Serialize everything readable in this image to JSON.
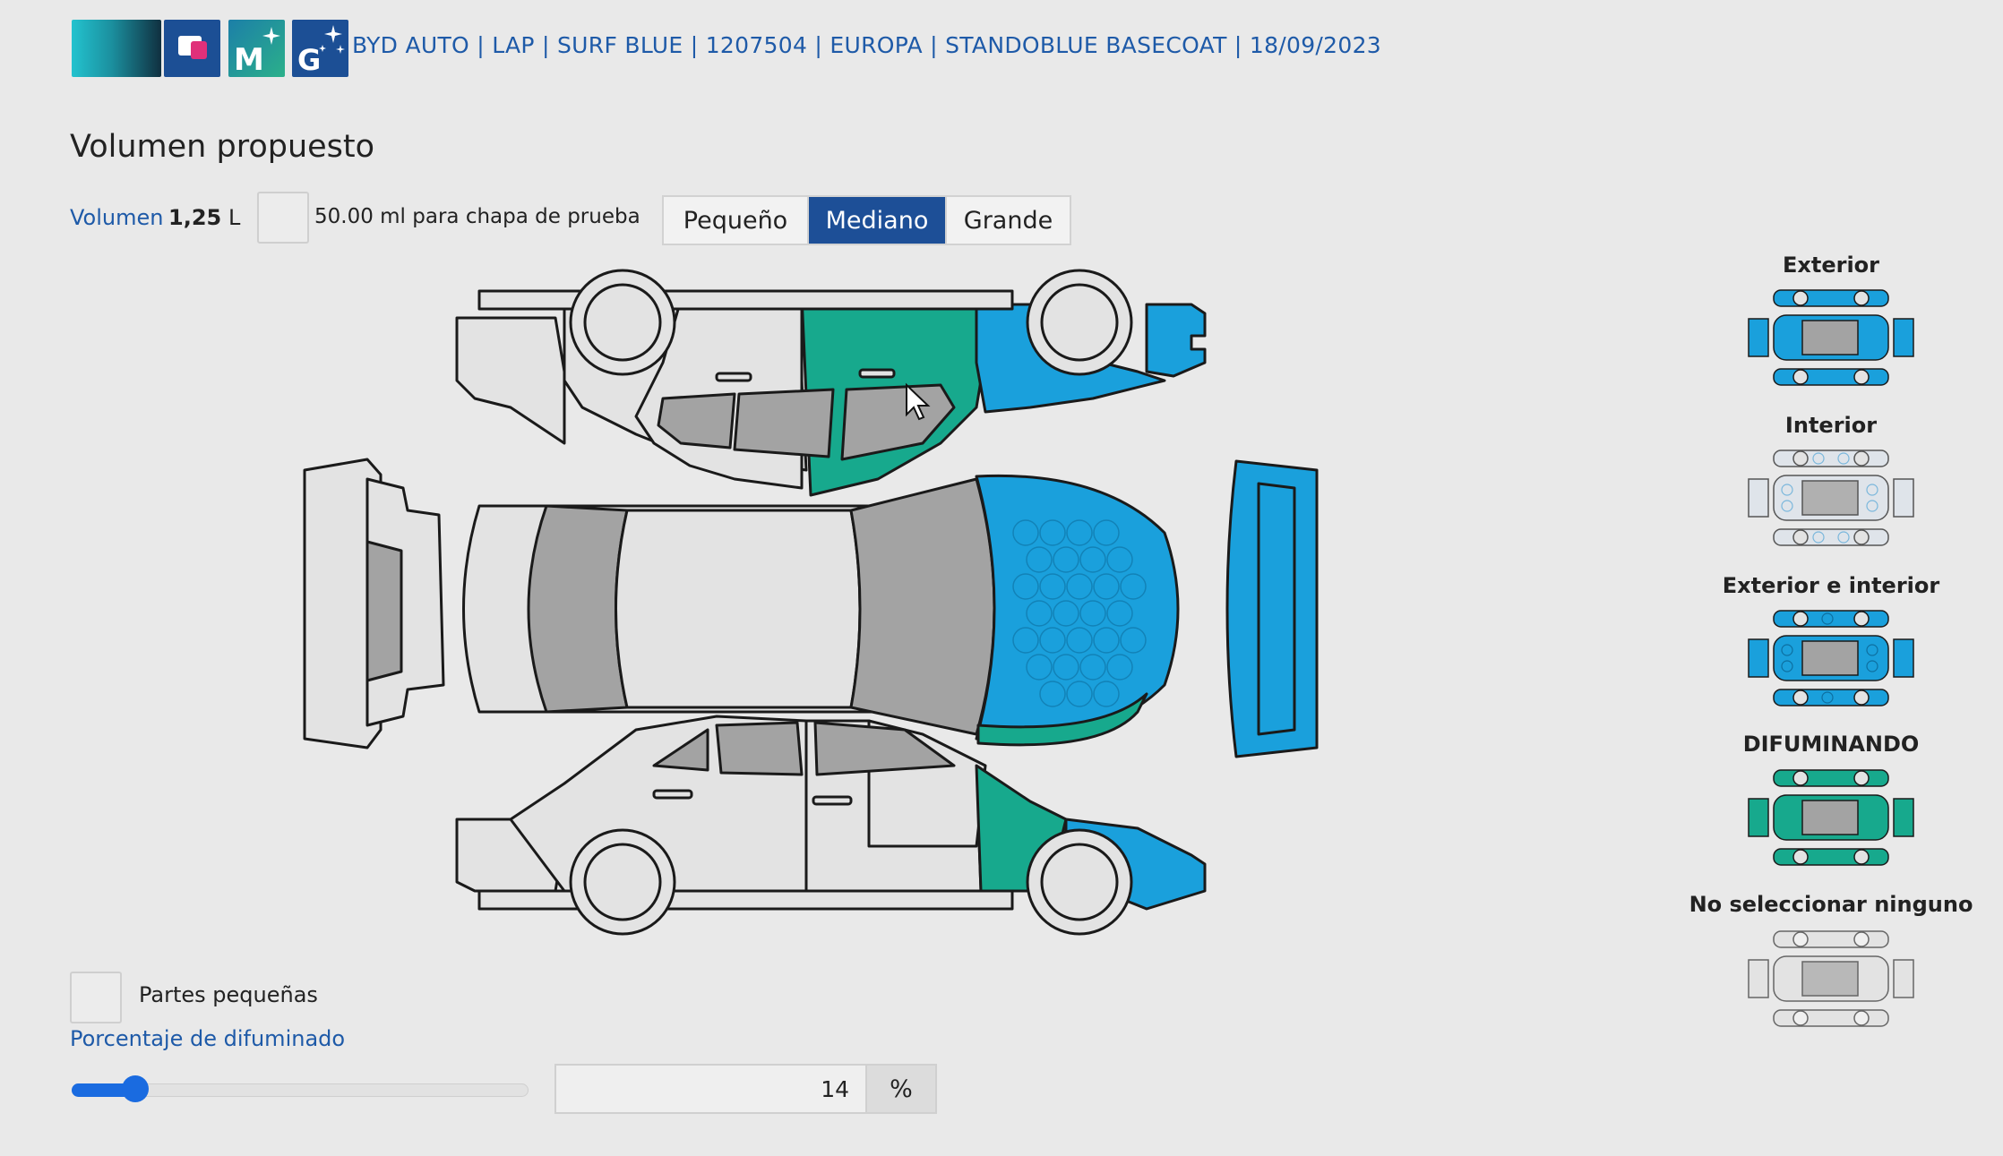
{
  "header": {
    "info": "BYD AUTO | LAP | SURF BLUE | 1207504 | EUROPA | STANDOBLUE BASECOAT | 18/09/2023"
  },
  "page_title": "Volumen propuesto",
  "volume": {
    "label": "Volumen",
    "value": "1,25",
    "unit": "L",
    "test_panel_label": "50.00 ml para chapa de prueba",
    "sizes": [
      "Pequeño",
      "Mediano",
      "Grande"
    ],
    "selected_size": "Mediano"
  },
  "presets": [
    {
      "label": "Exterior"
    },
    {
      "label": "Interior"
    },
    {
      "label": "Exterior e interior"
    },
    {
      "label": "DIFUMINANDO"
    },
    {
      "label": "No seleccionar ninguno"
    }
  ],
  "small_parts_label": "Partes pequeñas",
  "blend": {
    "label": "Porcentaje de difuminado",
    "value": "14",
    "unit": "%",
    "slider_fraction": 0.14
  },
  "colors": {
    "blue": "#1aa0dc",
    "green": "#17a98d",
    "grey_glass": "#a3a3a3",
    "body_light": "#e3e3e3",
    "accent": "#1d4f97"
  }
}
